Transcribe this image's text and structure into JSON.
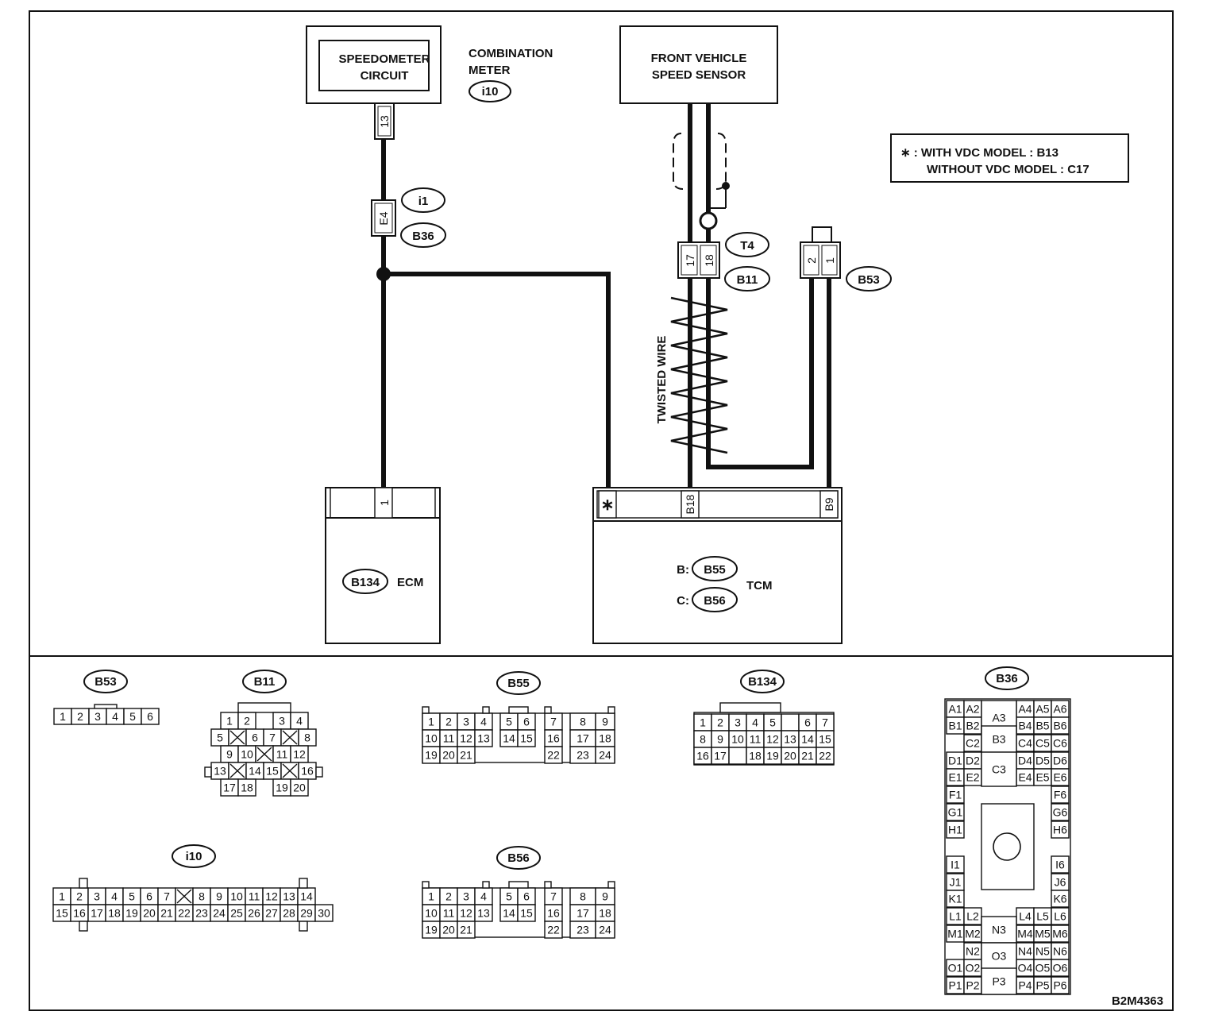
{
  "notes": {
    "line1": "∗ : WITH VDC MODEL : B13",
    "line2": "WITHOUT VDC MODEL : C17"
  },
  "components": {
    "speedometer_line1": "SPEEDOMETER",
    "speedometer_line2": "CIRCUIT",
    "combination_line1": "COMBINATION",
    "combination_line2": "METER",
    "sensor_line1": "FRONT VEHICLE",
    "sensor_line2": "SPEED SENSOR",
    "ecm": "ECM",
    "tcm": "TCM",
    "tcm_b_prefix": "B:",
    "tcm_c_prefix": "C:",
    "twisted_wire": "TWISTED WIRE"
  },
  "connector_refs": {
    "i10": "i10",
    "i1": "i1",
    "b36": "B36",
    "t4": "T4",
    "b11": "B11",
    "b53": "B53",
    "b134": "B134",
    "b55": "B55",
    "b56": "B56"
  },
  "terminals": {
    "t13": "13",
    "e4": "E4",
    "t17": "17",
    "t18": "18",
    "t2": "2",
    "t1": "1",
    "ecm1": "1",
    "tcm_star": "∗",
    "tcm_b18": "B18",
    "tcm_b9": "B9"
  },
  "connector_views": {
    "b53": {
      "label": "B53",
      "pins": [
        "1",
        "2",
        "3",
        "4",
        "5",
        "6"
      ]
    },
    "b11": {
      "label": "B11",
      "rows": [
        [
          "1",
          "2",
          "",
          "3",
          "4"
        ],
        [
          "5",
          "X",
          "6",
          "7",
          "X",
          "8"
        ],
        [
          "9",
          "10",
          "X",
          "11",
          "12"
        ],
        [
          "13",
          "X",
          "14",
          "15",
          "X",
          "16"
        ],
        [
          "17",
          "18",
          "",
          "19",
          "20"
        ]
      ]
    },
    "b55": {
      "label": "B55",
      "rows": [
        [
          "1",
          "2",
          "3",
          "4",
          "",
          "5",
          "6",
          "",
          "7",
          "8",
          "9"
        ],
        [
          "10",
          "11",
          "12",
          "13",
          "",
          "14",
          "15",
          "",
          "16",
          "17",
          "18"
        ],
        [
          "19",
          "20",
          "21",
          "",
          "",
          "",
          "",
          "",
          "22",
          "23",
          "24"
        ]
      ]
    },
    "b134": {
      "label": "B134",
      "rows": [
        [
          "1",
          "2",
          "3",
          "4",
          "5",
          "",
          "6",
          "7"
        ],
        [
          "8",
          "9",
          "10",
          "11",
          "12",
          "13",
          "14",
          "15"
        ],
        [
          "16",
          "17",
          "",
          "18",
          "19",
          "20",
          "21",
          "22"
        ]
      ]
    },
    "i10": {
      "label": "i10",
      "rows": [
        [
          "1",
          "2",
          "3",
          "4",
          "5",
          "6",
          "7",
          "X",
          "8",
          "9",
          "10",
          "11",
          "12",
          "13",
          "14"
        ],
        [
          "15",
          "16",
          "17",
          "18",
          "19",
          "20",
          "21",
          "22",
          "23",
          "24",
          "25",
          "26",
          "27",
          "28",
          "29",
          "30"
        ]
      ]
    },
    "b56": {
      "label": "B56",
      "rows": [
        [
          "1",
          "2",
          "3",
          "4",
          "",
          "5",
          "6",
          "",
          "7",
          "8",
          "9"
        ],
        [
          "10",
          "11",
          "12",
          "13",
          "",
          "14",
          "15",
          "",
          "16",
          "17",
          "18"
        ],
        [
          "19",
          "20",
          "21",
          "",
          "",
          "",
          "",
          "",
          "22",
          "23",
          "24"
        ]
      ]
    },
    "b36": {
      "label": "B36",
      "left": [
        "A1",
        "A2",
        "B1",
        "B2",
        "C2",
        "D1",
        "D2",
        "E1",
        "E2",
        "F1",
        "G1",
        "H1",
        "I1",
        "J1",
        "K1",
        "L1",
        "L2",
        "M1",
        "M2",
        "N2",
        "O1",
        "O2",
        "P1",
        "P2"
      ],
      "center": [
        "A3",
        "B3",
        "C3",
        "N3",
        "O3",
        "P3"
      ],
      "right": [
        "A4",
        "A5",
        "A6",
        "B4",
        "B5",
        "B6",
        "C4",
        "C5",
        "C6",
        "D4",
        "D5",
        "D6",
        "E4",
        "E5",
        "E6",
        "F6",
        "G6",
        "H6",
        "I6",
        "J6",
        "K6",
        "L4",
        "L5",
        "L6",
        "M4",
        "M5",
        "M6",
        "N4",
        "N5",
        "N6",
        "O4",
        "O5",
        "O6",
        "P4",
        "P5",
        "P6"
      ]
    }
  },
  "figure_code": "B2M4363"
}
